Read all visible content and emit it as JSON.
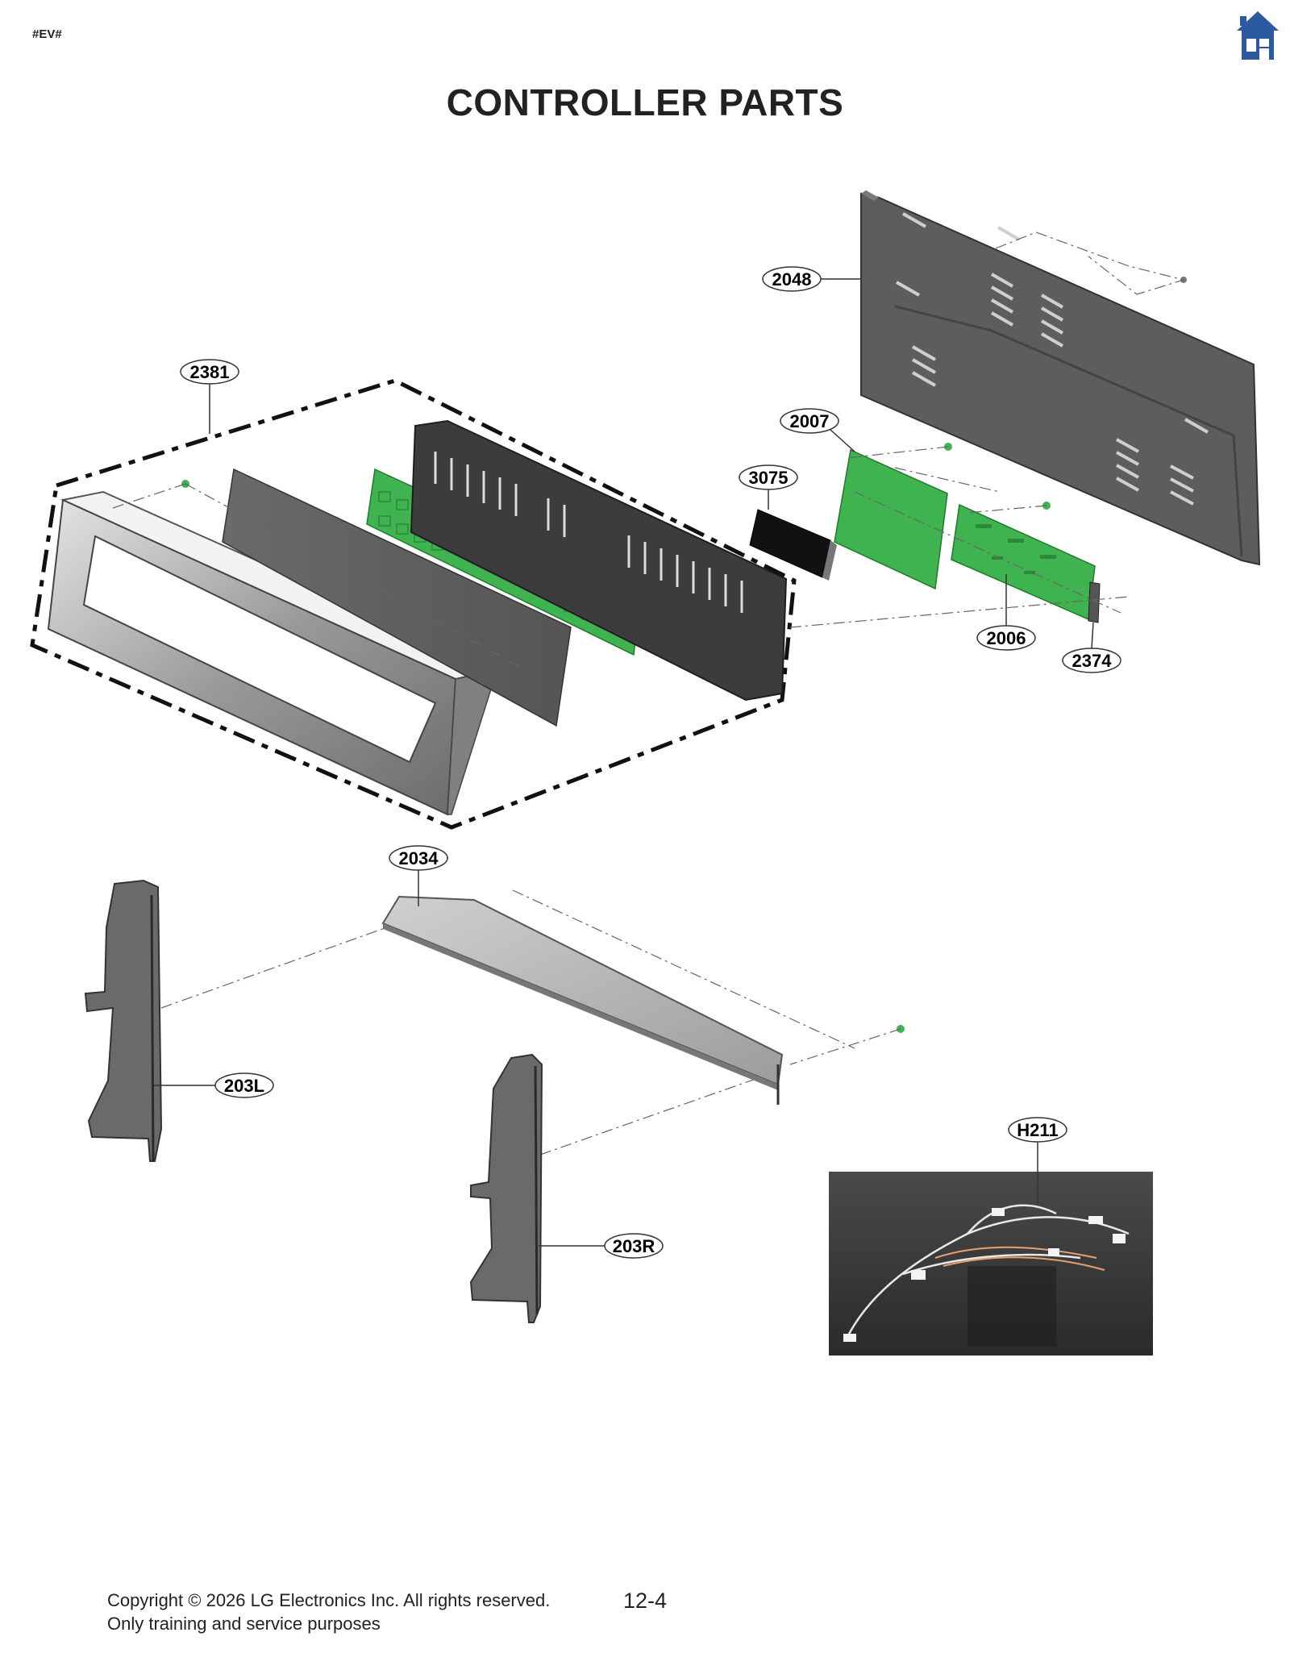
{
  "header": {
    "tag": "#EV#",
    "home_icon": "home-icon"
  },
  "title": "CONTROLLER PARTS",
  "parts": {
    "p2048": "2048",
    "p2381": "2381",
    "p2007": "2007",
    "p3075": "3075",
    "p2006": "2006",
    "p2374": "2374",
    "p2034": "2034",
    "p203L": "203L",
    "p203R": "203R",
    "pH211": "H211"
  },
  "footer": {
    "copyright": "Copyright © 2026 LG Electronics Inc. All rights reserved.",
    "note": "Only training and service purposes",
    "page": "12-4"
  },
  "colors": {
    "pcb_green": "#3fb34f",
    "metal_dark": "#5a5a5a",
    "home_blue": "#2c5aa0"
  }
}
